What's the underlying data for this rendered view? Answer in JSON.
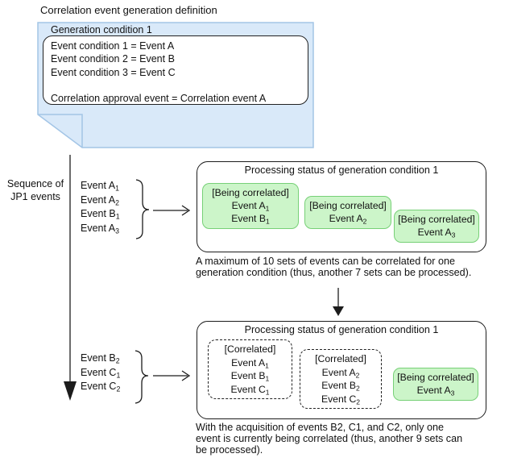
{
  "title": "Correlation event generation definition",
  "callout": {
    "header": "Generation condition 1",
    "condition_lines": [
      "Event condition 1 = Event A",
      "Event condition 2 = Event B",
      "Event condition 3 = Event C"
    ],
    "approval_line": "Correlation approval event = Correlation event A"
  },
  "timeline": {
    "label_line1": "Sequence of",
    "label_line2": "JP1 events"
  },
  "stage1": {
    "incoming_events": [
      {
        "base": "Event A",
        "sub": "1"
      },
      {
        "base": "Event A",
        "sub": "2"
      },
      {
        "base": "Event B",
        "sub": "1"
      },
      {
        "base": "Event A",
        "sub": "3"
      }
    ],
    "box": {
      "title": "Processing status of generation condition 1",
      "sets": [
        {
          "status": "[Being correlated]",
          "style": "green",
          "events": [
            {
              "base": "Event A",
              "sub": "1"
            },
            {
              "base": "Event B",
              "sub": "1"
            }
          ]
        },
        {
          "status": "[Being correlated]",
          "style": "green",
          "events": [
            {
              "base": "Event A",
              "sub": "2"
            }
          ]
        },
        {
          "status": "[Being correlated]",
          "style": "green",
          "events": [
            {
              "base": "Event A",
              "sub": "3"
            }
          ]
        }
      ]
    },
    "caption_line1": "A maximum of 10 sets of events can be correlated for one",
    "caption_line2": "generation condition (thus, another 7 sets can be processed)."
  },
  "stage2": {
    "incoming_events": [
      {
        "base": "Event B",
        "sub": "2"
      },
      {
        "base": "Event C",
        "sub": "1"
      },
      {
        "base": "Event C",
        "sub": "2"
      }
    ],
    "box": {
      "title": "Processing status of generation condition 1",
      "sets": [
        {
          "status": "[Correlated]",
          "style": "dashed",
          "events": [
            {
              "base": "Event A",
              "sub": "1"
            },
            {
              "base": "Event B",
              "sub": "1"
            },
            {
              "base": "Event C",
              "sub": "1"
            }
          ]
        },
        {
          "status": "[Correlated]",
          "style": "dashed",
          "events": [
            {
              "base": "Event A",
              "sub": "2"
            },
            {
              "base": "Event B",
              "sub": "2"
            },
            {
              "base": "Event C",
              "sub": "2"
            }
          ]
        },
        {
          "status": "[Being correlated]",
          "style": "green",
          "events": [
            {
              "base": "Event A",
              "sub": "3"
            }
          ]
        }
      ]
    },
    "caption_line1": "With the acquisition of events B2, C1, and C2, only one",
    "caption_line2": "event is currently being correlated (thus, another 9 sets can",
    "caption_line3": "be processed)."
  },
  "colors": {
    "callout_fill": "#d9e9f9",
    "callout_border": "#a3c5e6",
    "green_fill": "#ccf5c9",
    "green_border": "#77d077"
  }
}
